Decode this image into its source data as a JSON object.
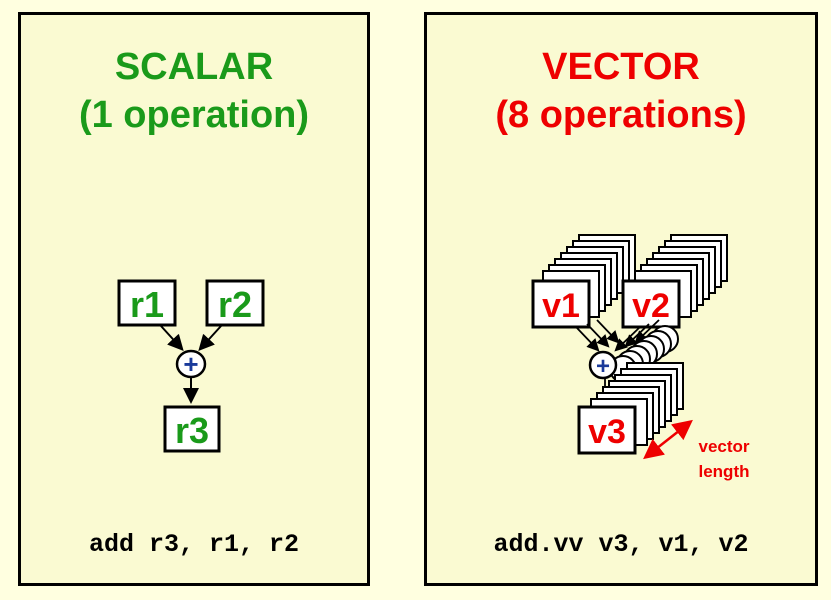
{
  "scalar": {
    "title_line1": "SCALAR",
    "title_line2": "(1 operation)",
    "reg_a": "r1",
    "reg_b": "r2",
    "reg_out": "r3",
    "op_symbol": "+",
    "instruction": "add r3, r1, r2"
  },
  "vector": {
    "title_line1": "VECTOR",
    "title_line2": "(8 operations)",
    "reg_a": "v1",
    "reg_b": "v2",
    "reg_out": "v3",
    "op_symbol": "+",
    "length_label_line1": "vector",
    "length_label_line2": "length",
    "instruction": "add.vv v3, v1, v2"
  },
  "colors": {
    "background": "#ffffe0",
    "panel": "#fafad2",
    "scalar_accent": "#1a9a1a",
    "vector_accent": "#ee0000",
    "plus_color": "#1a3a9a"
  }
}
